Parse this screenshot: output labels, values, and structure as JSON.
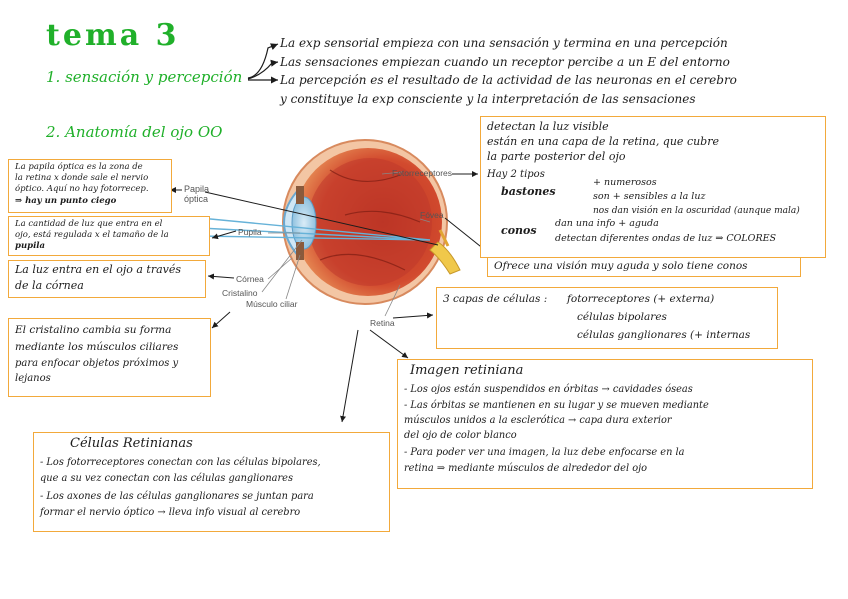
{
  "title": "tema 3",
  "section1": {
    "heading": "1. sensación y percepción",
    "bullets": [
      "La exp sensorial empieza con una sensación y termina en una percepción",
      "Las sensaciones empiezan cuando un receptor percibe a un E del entorno",
      "La percepción es el resultado de la actividad de las neuronas en el cerebro",
      "y constituye la exp consciente y la interpretación de las sensaciones"
    ]
  },
  "section2": {
    "heading": "2. Anatomía del ojo OO"
  },
  "diagram_labels": {
    "papila": "Papila óptica",
    "fotorreceptores": "Fotorreceptores",
    "fovea": "Fóvea",
    "pupila": "Pupila",
    "cornea": "Córnea",
    "cristalino": "Cristalino",
    "musculo": "Músculo ciliar",
    "retina": "Retina"
  },
  "notes": {
    "papila_box": [
      "La papila óptica es la zona de",
      "la retina x donde sale el nervio",
      "óptico. Aquí no hay fotorrecep.",
      "⇒ hay un punto ciego"
    ],
    "pupila_box": [
      "La cantidad de luz que entra en el",
      "ojo, está regulada x el tamaño de la",
      "pupila"
    ],
    "cornea_box": [
      "La luz entra en el ojo a través",
      "de la córnea"
    ],
    "cristalino_box": [
      "El cristalino cambia su forma",
      "mediante los músculos ciliares",
      "para enfocar objetos próximos y",
      "lejanos"
    ],
    "fotorreceptores_box": {
      "lines": [
        "detectan la luz visible",
        "están en una capa de la retina, que cubre",
        "la parte posterior del ojo",
        "Hay 2 tipos"
      ],
      "bastones": "bastones",
      "bastones_items": [
        "+ numerosos",
        "son + sensibles a la luz",
        "nos dan visión en la oscuridad (aunque mala)"
      ],
      "conos": "conos",
      "conos_items": [
        "dan una info + aguda",
        "detectan diferentes ondas de luz ⇒ COLORES"
      ]
    },
    "fovea_box": "Ofrece una visión muy aguda y solo tiene conos",
    "capas_box": {
      "lead": "3 capas de células :",
      "items": [
        "fotorreceptores (+ externa)",
        "células bipolares",
        "células ganglionares (+ internas"
      ]
    },
    "imagen_box": {
      "title": "Imagen retiniana",
      "lines": [
        "- Los ojos están suspendidos en órbitas → cavidades óseas",
        "- Las órbitas se mantienen en su lugar y se mueven mediante",
        "  músculos unidos a la esclerótica → capa dura exterior",
        "  del ojo de color blanco",
        "- Para poder ver una imagen, la luz debe enfocarse en la",
        "  retina ⇒ mediante músculos de alrededor del ojo"
      ]
    },
    "celulas_box": {
      "title": "Células Retinianas",
      "lines": [
        "- Los fotorreceptores conectan con las células bipolares,",
        "  que a su vez conectan con las células ganglionares",
        "- Los axones de las células ganglionares se juntan para",
        "  formar el nervio óptico → lleva info visual al cerebro"
      ]
    }
  },
  "colors": {
    "green": "#20b02a",
    "box_border": "#f2a93b",
    "ink": "#1c1c1c"
  }
}
